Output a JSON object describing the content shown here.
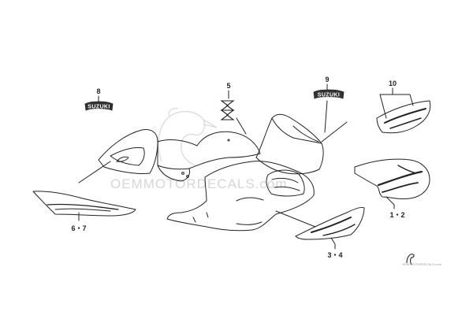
{
  "callouts": {
    "c8": "8",
    "c5": "5",
    "c9": "9",
    "c10": "10",
    "c12": "1・2",
    "c67": "6・7",
    "c34": "3・4"
  },
  "decals": {
    "suzuki_8": "SUZUKI",
    "suzuki_9": "SUZUKI"
  },
  "watermark": {
    "main": "OEMMOTORDECALS.com",
    "small": "OEM-MOTORDECALS.com"
  },
  "icons": {
    "logo": "suzuki-s-emblem-icon",
    "watermark": "pelican-watermark-icon"
  },
  "colors": {
    "line": "#222222",
    "watermark": "#d6d6d6"
  }
}
